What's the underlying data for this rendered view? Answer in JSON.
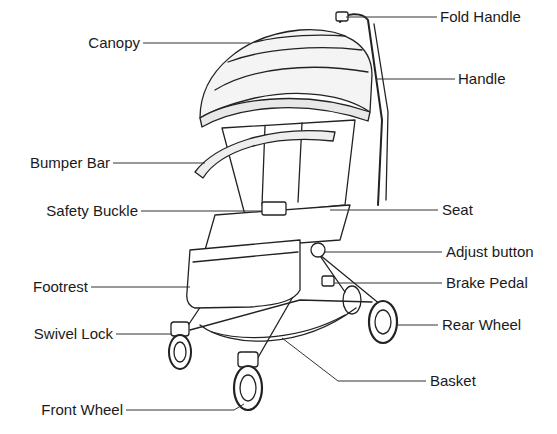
{
  "diagram": {
    "labels": [
      "Fold Handle",
      "Canopy",
      "Handle",
      "Bumper Bar",
      "Safety Buckle",
      "Seat",
      "Adjust button",
      "Brake Pedal",
      "Footrest",
      "Rear Wheel",
      "Swivel Lock",
      "Basket",
      "Front Wheel"
    ]
  }
}
